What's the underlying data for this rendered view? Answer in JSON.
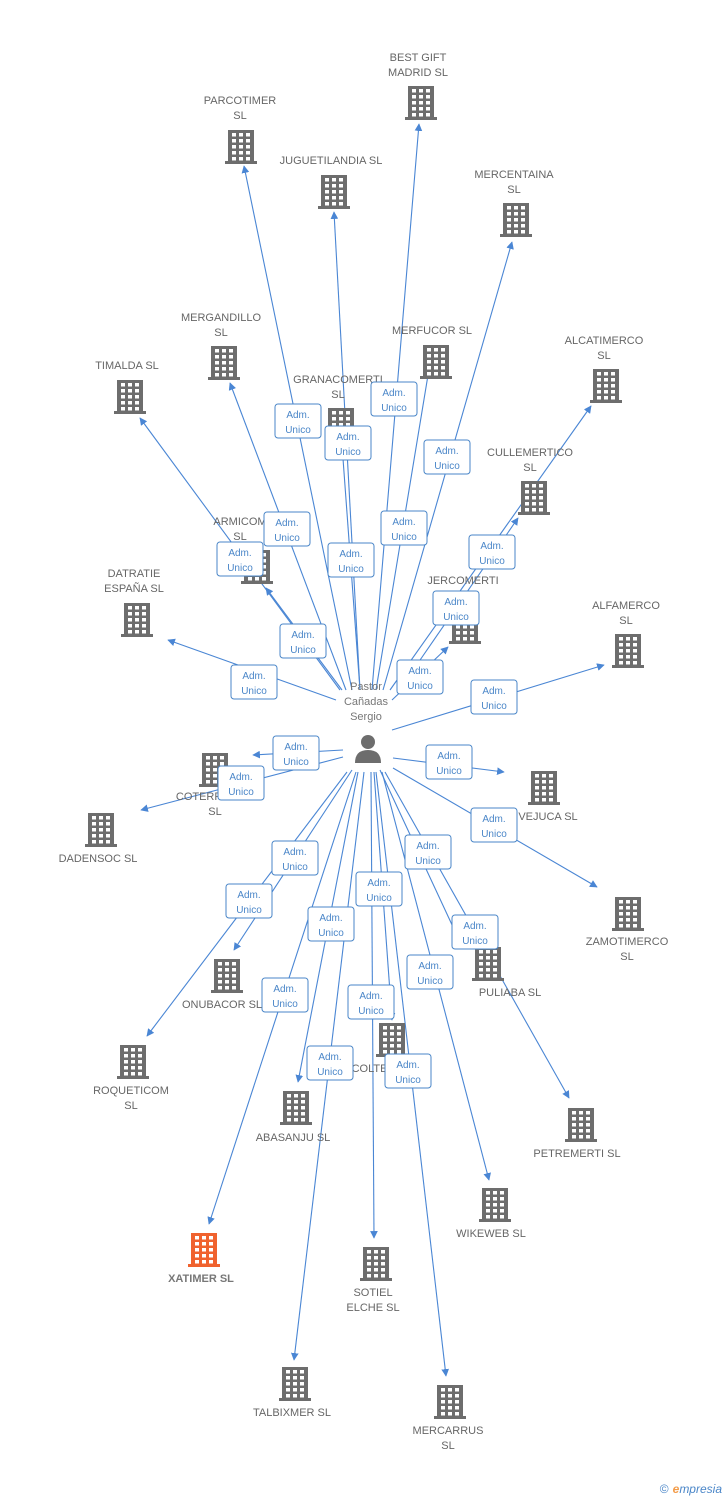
{
  "colors": {
    "edge": "#4a86d4",
    "node": "#6d6d6d",
    "node_highlight": "#f0622e",
    "label": "#666666",
    "edge_label_border": "#4a86c8",
    "edge_label_text": "#4a86c8"
  },
  "center": {
    "label": [
      "Pastor",
      "Cañadas",
      "Sergio"
    ],
    "icon": "person-icon"
  },
  "edge_label": [
    "Adm.",
    "Unico"
  ],
  "nodes": [
    {
      "id": "parcotimer",
      "label": [
        "PARCOTIMER",
        "SL"
      ],
      "highlight": false
    },
    {
      "id": "best-gift",
      "label": [
        "BEST GIFT",
        "MADRID SL"
      ],
      "highlight": false
    },
    {
      "id": "juguetilandia",
      "label": [
        "JUGUETILANDIA SL"
      ],
      "highlight": false
    },
    {
      "id": "mercentaina",
      "label": [
        "MERCENTAINA",
        "SL"
      ],
      "highlight": false
    },
    {
      "id": "mergandillo",
      "label": [
        "MERGANDILLO",
        "SL"
      ],
      "highlight": false
    },
    {
      "id": "merfucor",
      "label": [
        "MERFUCOR SL"
      ],
      "highlight": false
    },
    {
      "id": "timalda",
      "label": [
        "TIMALDA SL"
      ],
      "highlight": false
    },
    {
      "id": "granacomerti",
      "label": [
        "GRANACOMERTI",
        "SL"
      ],
      "highlight": false
    },
    {
      "id": "alcatimerco",
      "label": [
        "ALCATIMERCO",
        "SL"
      ],
      "highlight": false
    },
    {
      "id": "cullemertico",
      "label": [
        "CULLEMERTICO",
        "SL"
      ],
      "highlight": false
    },
    {
      "id": "armicom",
      "label": [
        "ARMICOM",
        "SL"
      ],
      "highlight": false
    },
    {
      "id": "datratie",
      "label": [
        "DATRATIE",
        "ESPAÑA SL"
      ],
      "highlight": false
    },
    {
      "id": "jercomerti",
      "label": [
        "JERCOMERTI",
        "SL"
      ],
      "highlight": false
    },
    {
      "id": "alfamerco",
      "label": [
        "ALFAMERCO",
        "SL"
      ],
      "highlight": false
    },
    {
      "id": "coterramer",
      "label": [
        "COTERRAMER",
        "SL"
      ],
      "highlight": false
    },
    {
      "id": "dadensoc",
      "label": [
        "DADENSOC SL"
      ],
      "highlight": false
    },
    {
      "id": "vejuca",
      "label": [
        "VEJUCA SL"
      ],
      "highlight": false
    },
    {
      "id": "zamotimerco",
      "label": [
        "ZAMOTIMERCO",
        "SL"
      ],
      "highlight": false
    },
    {
      "id": "onubacor",
      "label": [
        "ONUBACOR SL"
      ],
      "highlight": false
    },
    {
      "id": "puliaba",
      "label": [
        "PULIABA SL"
      ],
      "highlight": false
    },
    {
      "id": "roqueticom",
      "label": [
        "ROQUETICOM",
        "SL"
      ],
      "highlight": false
    },
    {
      "id": "coltemer",
      "label": [
        "COLTEMER SL"
      ],
      "highlight": false
    },
    {
      "id": "abasanju",
      "label": [
        "ABASANJU SL"
      ],
      "highlight": false
    },
    {
      "id": "petremerti",
      "label": [
        "PETREMERTI SL"
      ],
      "highlight": false
    },
    {
      "id": "wikeweb",
      "label": [
        "WIKEWEB SL"
      ],
      "highlight": false
    },
    {
      "id": "xatimer",
      "label": [
        "XATIMER SL"
      ],
      "highlight": true
    },
    {
      "id": "sotiel",
      "label": [
        "SOTIEL",
        "ELCHE SL"
      ],
      "highlight": false
    },
    {
      "id": "talbixmer",
      "label": [
        "TALBIXMER SL"
      ],
      "highlight": false
    },
    {
      "id": "mercarrus",
      "label": [
        "MERCARRUS",
        "SL"
      ],
      "highlight": false
    }
  ],
  "footer": {
    "copyright": "©",
    "brand_initial": "e",
    "brand_rest": "mpresia"
  }
}
